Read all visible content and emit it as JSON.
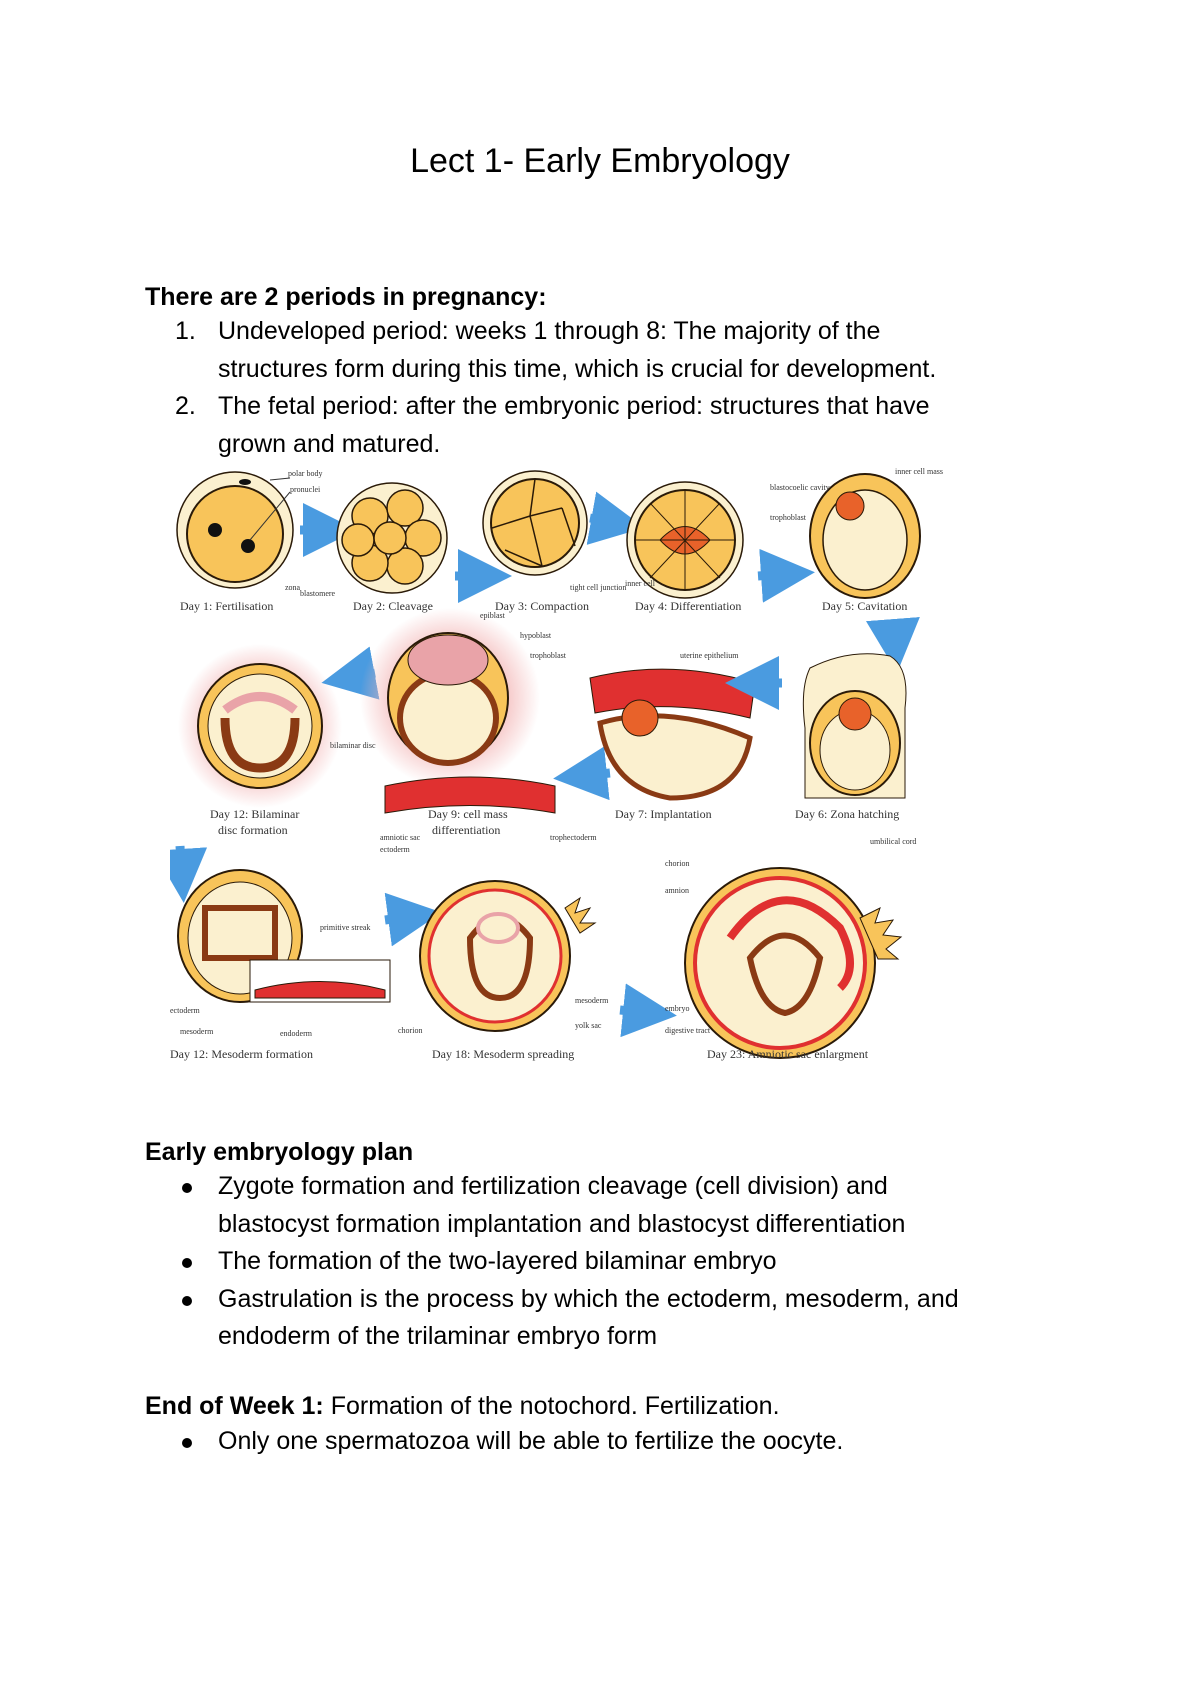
{
  "title": "Lect 1- Early Embryology",
  "periods": {
    "heading": "There are 2 periods in pregnancy:",
    "items": [
      {
        "num": "1.",
        "line1": "Undeveloped period: weeks 1 through 8: The majority of the",
        "line2": "structures form during this time, which is crucial for development."
      },
      {
        "num": "2.",
        "line1": "The fetal period: after the embryonic period: structures that have",
        "line2": "grown and matured."
      }
    ]
  },
  "figure": {
    "captions": [
      "Day 1: Fertilisation",
      "Day 2: Cleavage",
      "Day 3: Compaction",
      "Day 4: Differentiation",
      "Day 5: Cavitation",
      "Day 6: Zona hatching",
      "Day 7: Implantation",
      "Day 9: cell mass",
      "differentiation",
      "Day 12: Bilaminar",
      "disc formation",
      "Day 12: Mesoderm formation",
      "Day 18: Mesoderm spreading",
      "Day 23: Amniotic sac enlargment"
    ],
    "labels": {
      "polar_body": "polar body",
      "pronuclei": "pronuclei",
      "zona": "zona",
      "blastomere": "blastomere",
      "tight_cell_junction": "tight cell junction",
      "inner_cell": "inner cell",
      "inner_cell_mass": "inner cell mass",
      "blastocoelic_cavity": "blastocoelic cavity",
      "trophoblast": "trophoblast",
      "epiblast": "epiblast",
      "hypoblast": "hypoblast",
      "trophoblast2": "trophoblast",
      "uterine_epithelium": "uterine epithelium",
      "bilaminar_disc": "bilaminar disc",
      "primitive_streak": "primitive streak",
      "ectoderm": "ectoderm",
      "mesoderm": "mesoderm",
      "endoderm": "endoderm",
      "amniotic_sac": "amniotic sac",
      "ectoderm2": "ectoderm",
      "trophectoderm": "trophectoderm",
      "mesoderm2": "mesoderm",
      "yolk_sac": "yolk sac",
      "chorion": "chorion",
      "umbilical_cord": "umbilical cord",
      "chorion2": "chorion",
      "amnion": "amnion",
      "embryo": "embryo",
      "digestive_tract": "digestive tract"
    },
    "colors": {
      "cell": "#f8c45a",
      "cell_outline": "#2a1a08",
      "zona": "#fbf0cf",
      "inner_mass": "#e8622a",
      "arrow": "#4a9be0",
      "red_tissue": "#e03030",
      "brown": "#8a3a14",
      "pink": "#e9a3a8",
      "glow": "#f3b6b6"
    }
  },
  "plan": {
    "heading": "Early embryology plan",
    "items": [
      {
        "line1": "Zygote formation and fertilization cleavage (cell division) and",
        "line2": "blastocyst formation implantation and blastocyst differentiation"
      },
      {
        "line1": "The formation of the two-layered bilaminar embryo",
        "line2": ""
      },
      {
        "line1": "Gastrulation is the process by which the ectoderm, mesoderm, and",
        "line2": "endoderm of the trilaminar embryo form"
      }
    ]
  },
  "week1": {
    "label": "End of Week 1:",
    "text": " Formation of the notochord. Fertilization.",
    "bullets": [
      "Only one spermatozoa will be able to fertilize the oocyte."
    ]
  }
}
